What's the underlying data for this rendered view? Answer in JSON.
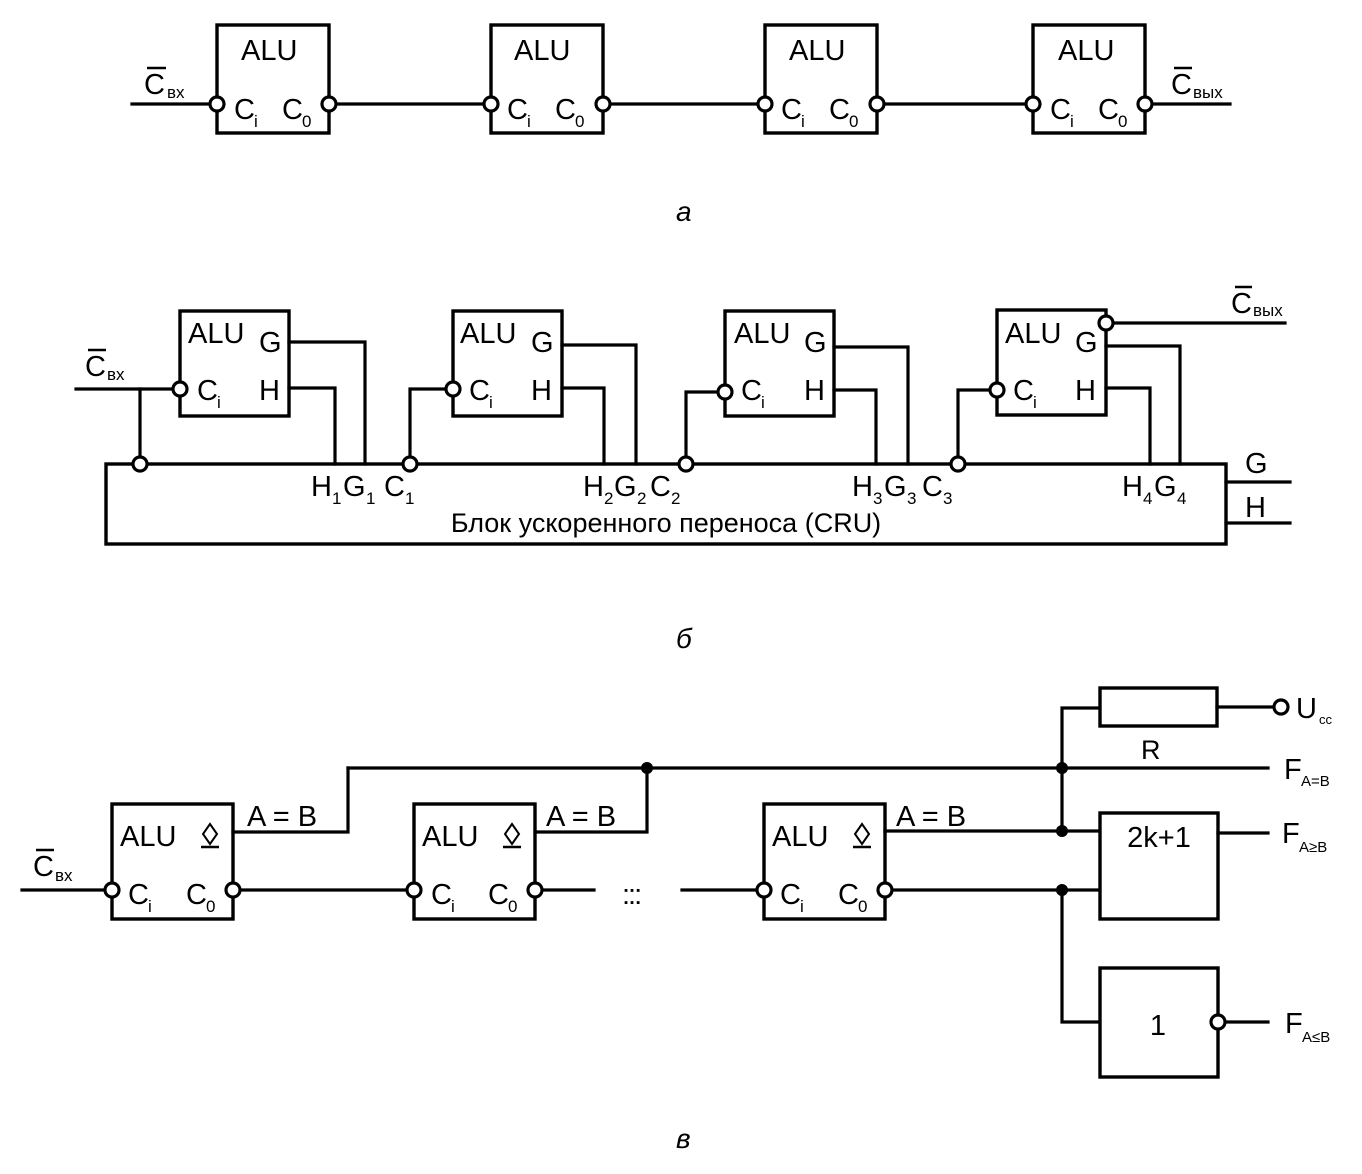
{
  "figure": {
    "panel_a": {
      "caption": "а",
      "input_label": {
        "main": "C",
        "sub": "вх"
      },
      "output_label": {
        "main": "C",
        "sub": "вых"
      },
      "alus": [
        {
          "title": "ALU",
          "ci": "C",
          "ci_sub": "i",
          "co": "C",
          "co_sub": "0"
        },
        {
          "title": "ALU",
          "ci": "C",
          "ci_sub": "i",
          "co": "C",
          "co_sub": "0"
        },
        {
          "title": "ALU",
          "ci": "C",
          "ci_sub": "i",
          "co": "C",
          "co_sub": "0"
        },
        {
          "title": "ALU",
          "ci": "C",
          "ci_sub": "i",
          "co": "C",
          "co_sub": "0"
        }
      ]
    },
    "panel_b": {
      "caption": "б",
      "input_label": {
        "main": "C",
        "sub": "вх"
      },
      "output_label": {
        "main": "C",
        "sub": "вых"
      },
      "alus": [
        {
          "title": "ALU",
          "g": "G",
          "h": "H",
          "ci": "C",
          "ci_sub": "i"
        },
        {
          "title": "ALU",
          "g": "G",
          "h": "H",
          "ci": "C",
          "ci_sub": "i"
        },
        {
          "title": "ALU",
          "g": "G",
          "h": "H",
          "ci": "C",
          "ci_sub": "i"
        },
        {
          "title": "ALU",
          "g": "G",
          "h": "H",
          "ci": "C",
          "ci_sub": "i"
        }
      ],
      "cru_label": "Блок ускоренного переноса (CRU)",
      "cru_pins": [
        {
          "H": "1",
          "G": "1",
          "C": "1"
        },
        {
          "H": "2",
          "G": "2",
          "C": "2"
        },
        {
          "H": "3",
          "G": "3",
          "C": "3"
        },
        {
          "H": "4",
          "G": "4"
        }
      ],
      "cru_outputs": [
        "G",
        "H"
      ]
    },
    "panel_c": {
      "caption": "в",
      "input_label": {
        "main": "C",
        "sub": "вх"
      },
      "alus": [
        {
          "title": "ALU",
          "out": "A = B",
          "ci": "C",
          "ci_sub": "i",
          "co": "C",
          "co_sub": "0"
        },
        {
          "title": "ALU",
          "out": "A = B",
          "ci": "C",
          "ci_sub": "i",
          "co": "C",
          "co_sub": "0"
        },
        {
          "title": "ALU",
          "out": "A = B",
          "ci": "C",
          "ci_sub": "i",
          "co": "C",
          "co_sub": "0"
        }
      ],
      "ellipsis": ":::",
      "resistor_label": "R",
      "supply_label": {
        "main": "U",
        "sub": "cc"
      },
      "majority_gate_label": "2k+1",
      "or_gate_label": "1",
      "outputs": [
        {
          "main": "F",
          "sub": "A=B"
        },
        {
          "main": "F",
          "sub": "A≥B"
        },
        {
          "main": "F",
          "sub": "A≤B"
        }
      ]
    }
  }
}
